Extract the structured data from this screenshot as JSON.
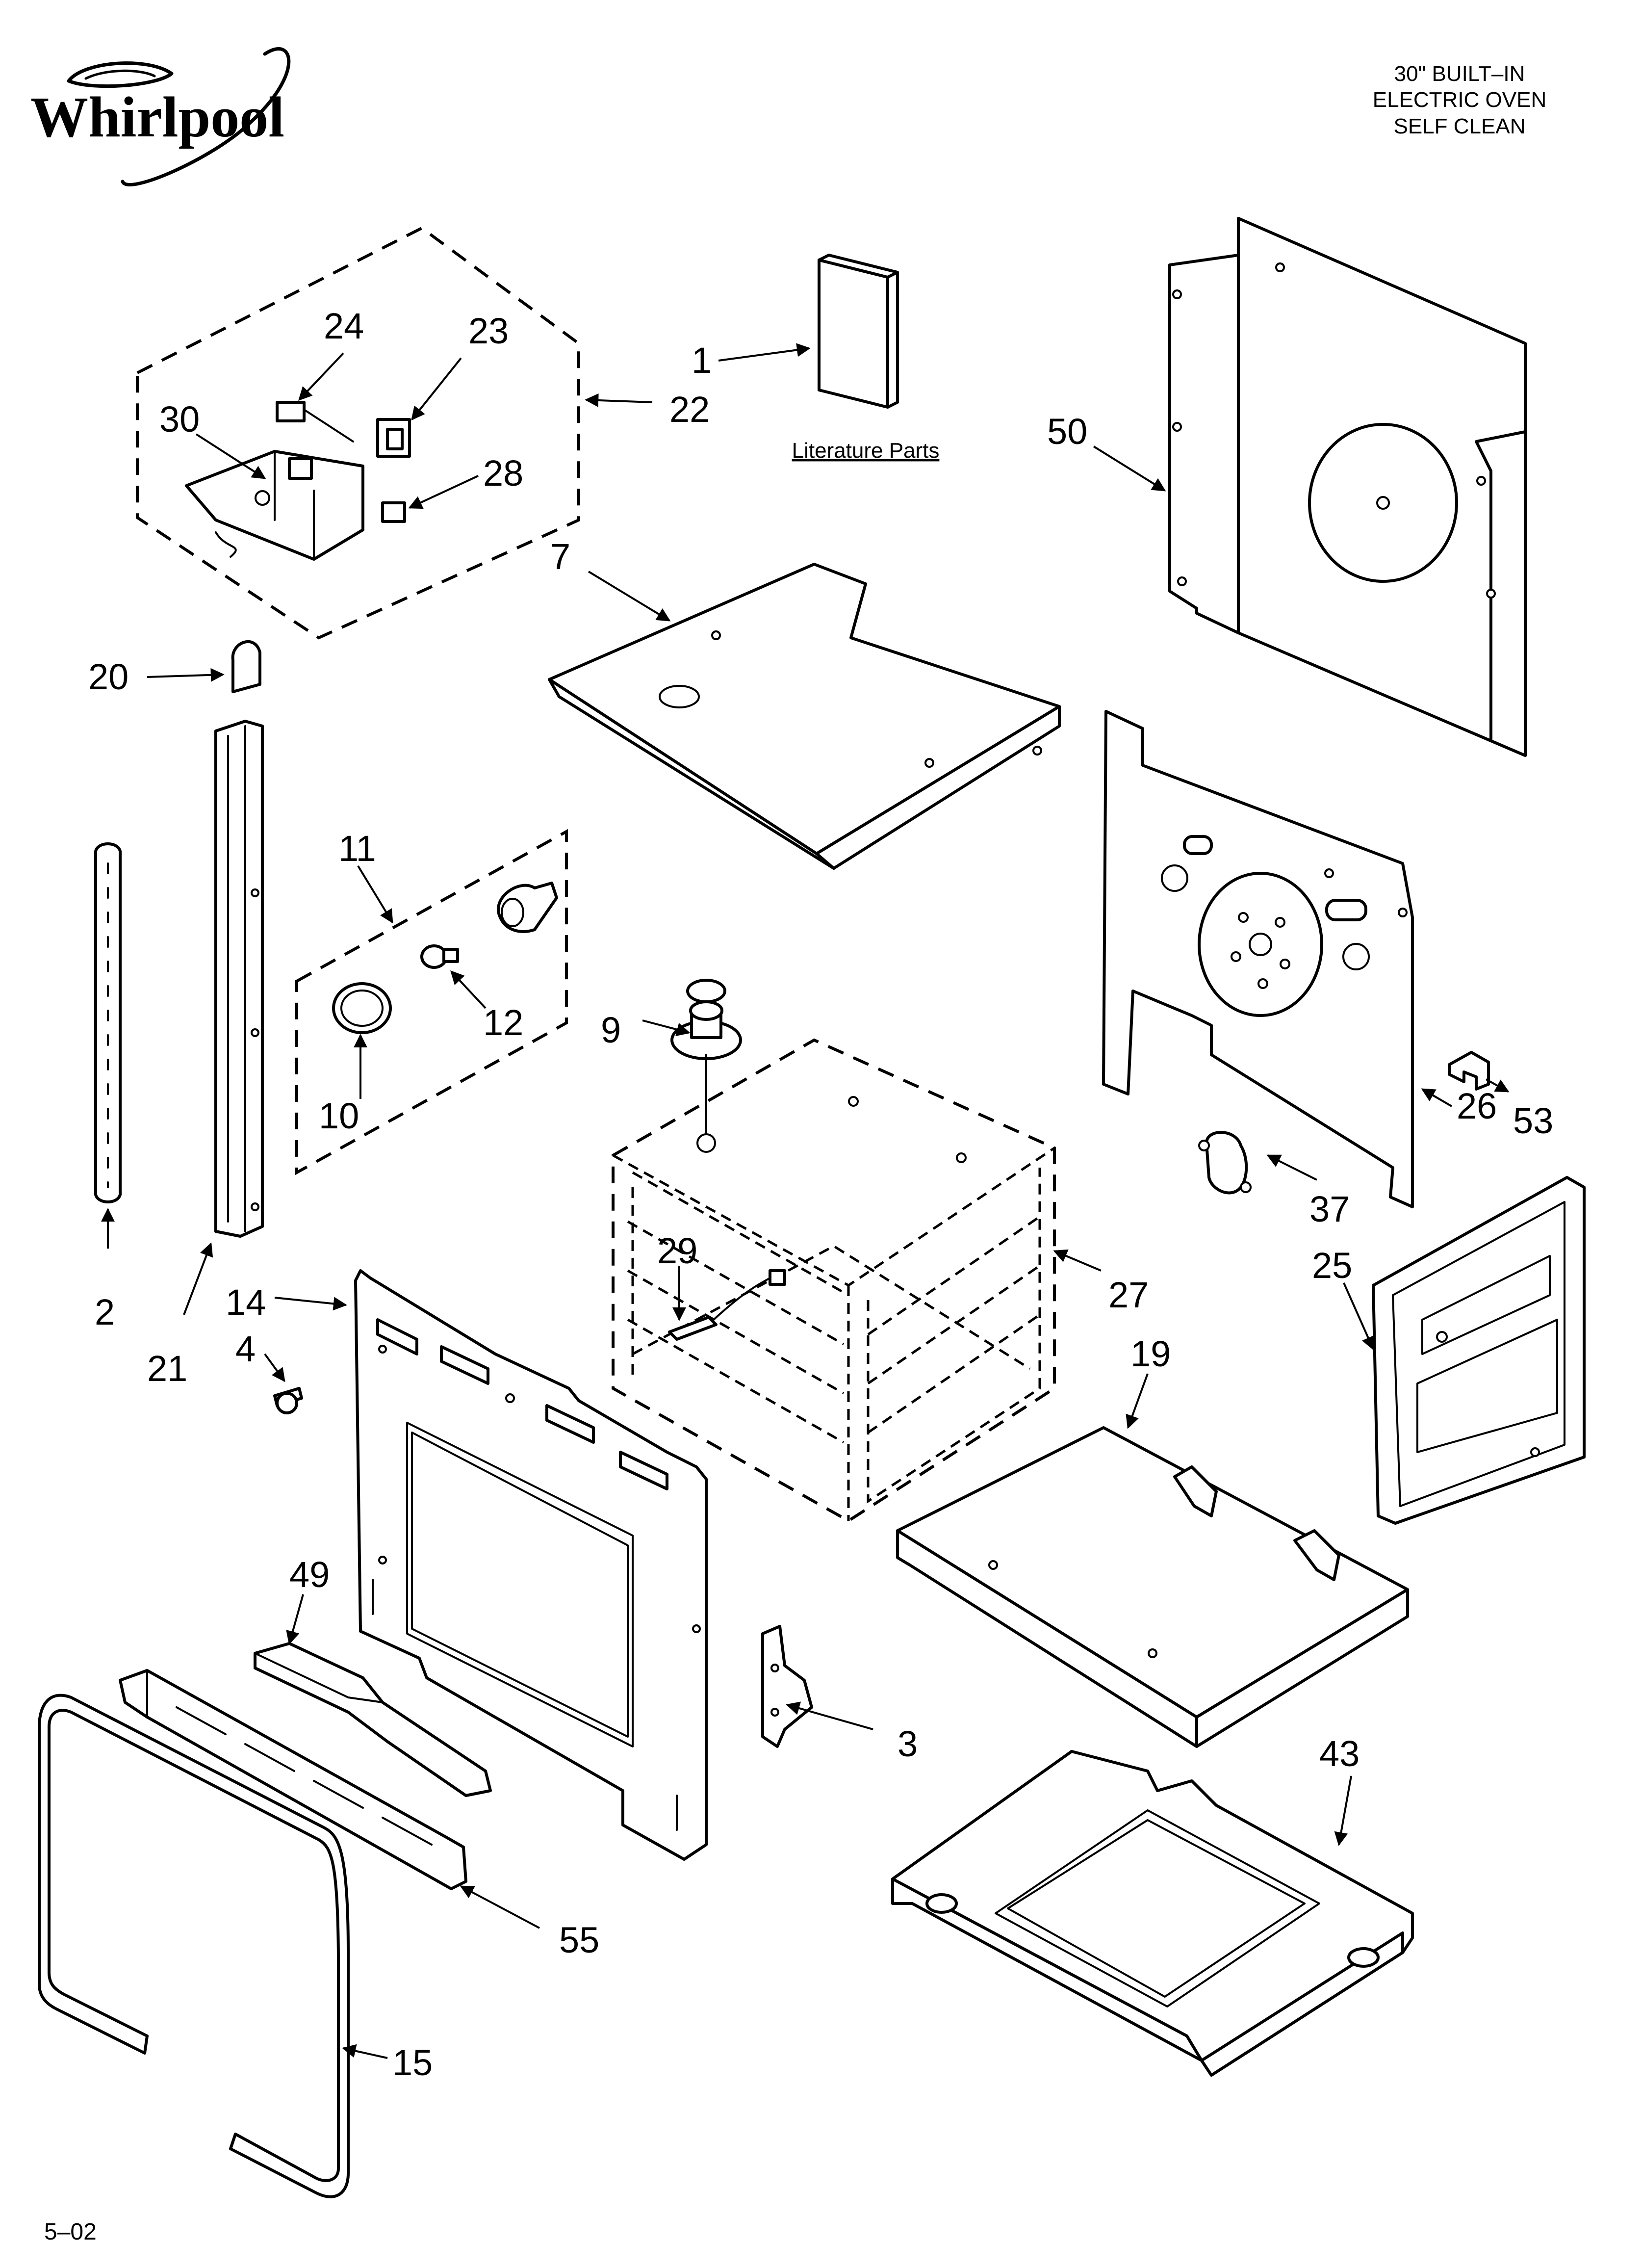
{
  "brand": {
    "name": "Whirlpool"
  },
  "header": {
    "lines": [
      "30\" BUILT–IN",
      "ELECTRIC OVEN",
      "SELF CLEAN"
    ]
  },
  "literature_label": "Literature Parts",
  "footer": {
    "code": "5–02"
  },
  "callouts": {
    "p1": "1",
    "p2": "2",
    "p3": "3",
    "p4": "4",
    "p7": "7",
    "p9": "9",
    "p10": "10",
    "p11": "11",
    "p12": "12",
    "p14": "14",
    "p15": "15",
    "p19": "19",
    "p20": "20",
    "p21": "21",
    "p22": "22",
    "p23": "23",
    "p24": "24",
    "p25": "25",
    "p26": "26",
    "p27": "27",
    "p28": "28",
    "p29": "29",
    "p30": "30",
    "p37": "37",
    "p43": "43",
    "p49": "49",
    "p50": "50",
    "p53": "53",
    "p55": "55"
  }
}
